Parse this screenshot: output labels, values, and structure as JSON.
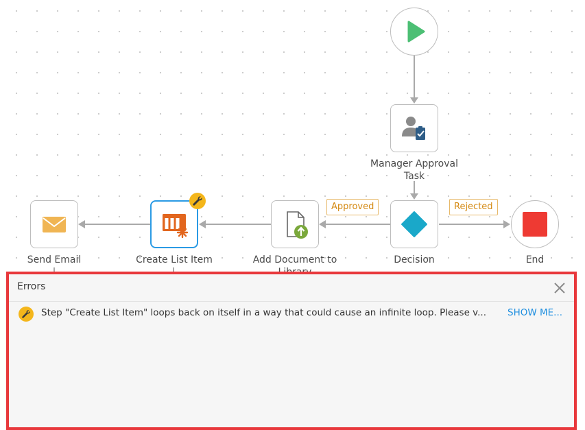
{
  "workflow": {
    "nodes": {
      "start": {
        "icon": "play-icon"
      },
      "manager_approval": {
        "label_line1": "Manager Approval",
        "label_line2": "Task",
        "icon": "user-task-icon"
      },
      "decision": {
        "label": "Decision",
        "icon": "diamond-icon"
      },
      "end": {
        "label": "End",
        "icon": "stop-icon"
      },
      "add_document": {
        "label": "Add Document to",
        "label_cut": "Library",
        "icon": "document-upload-icon"
      },
      "create_list_item": {
        "label": "Create List Item",
        "icon": "list-item-icon",
        "warning_icon": "wrench-icon"
      },
      "send_email": {
        "label": "Send Email",
        "icon": "envelope-icon"
      }
    },
    "branches": {
      "approved": "Approved",
      "rejected": "Rejected"
    }
  },
  "errors_panel": {
    "title": "Errors",
    "close_icon": "close-icon",
    "items": [
      {
        "icon": "wrench-icon",
        "message": "Step \"Create List Item\" loops back on itself in a way that could cause an infinite loop. Please v...",
        "link": "SHOW ME..."
      }
    ]
  },
  "colors": {
    "start": "#4cbf74",
    "decision": "#1aa8c9",
    "end": "#ee3a33",
    "selected_border": "#2a9ae4",
    "warning": "#f4b61b",
    "branch_text": "#d48a14",
    "error_border": "#e8383c",
    "link": "#1f8fe0"
  }
}
